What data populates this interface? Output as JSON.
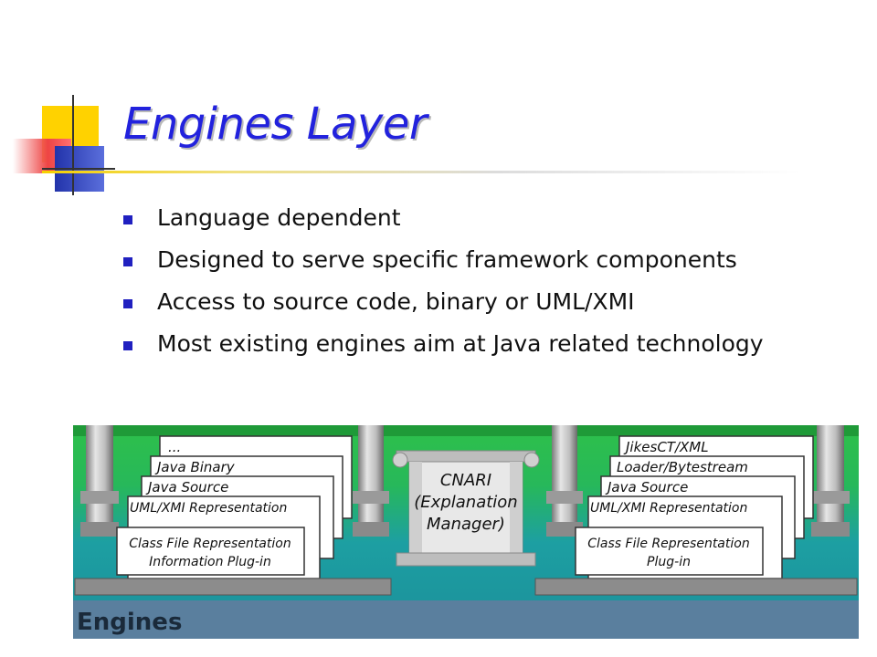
{
  "slide": {
    "title": "Engines Layer",
    "bullets": [
      "Language dependent",
      "Designed to serve specific framework components",
      "Access to source code, binary or UML/XMI",
      "Most existing engines aim at Java related technology"
    ]
  },
  "figure": {
    "left_cards": [
      "...",
      "Java Binary",
      "Java Source",
      "UML/XMI Representation"
    ],
    "left_front": [
      "Class File Representation",
      "Information Plug-in"
    ],
    "center": [
      "CNARI",
      "(Explanation",
      "Manager)"
    ],
    "right_cards": [
      "JikesCT/XML",
      "Loader/Bytestream",
      "Java Source",
      "UML/XMI Representation"
    ],
    "right_front": [
      "Class File Representation",
      "Plug-in"
    ],
    "footer_label": "Engines"
  },
  "colors": {
    "title": "#2222dd",
    "bullet": "#2020c0",
    "figure_green": "#2ec04a",
    "figure_teal": "#1d9fa2",
    "figure_footer": "#5a7f9e"
  }
}
